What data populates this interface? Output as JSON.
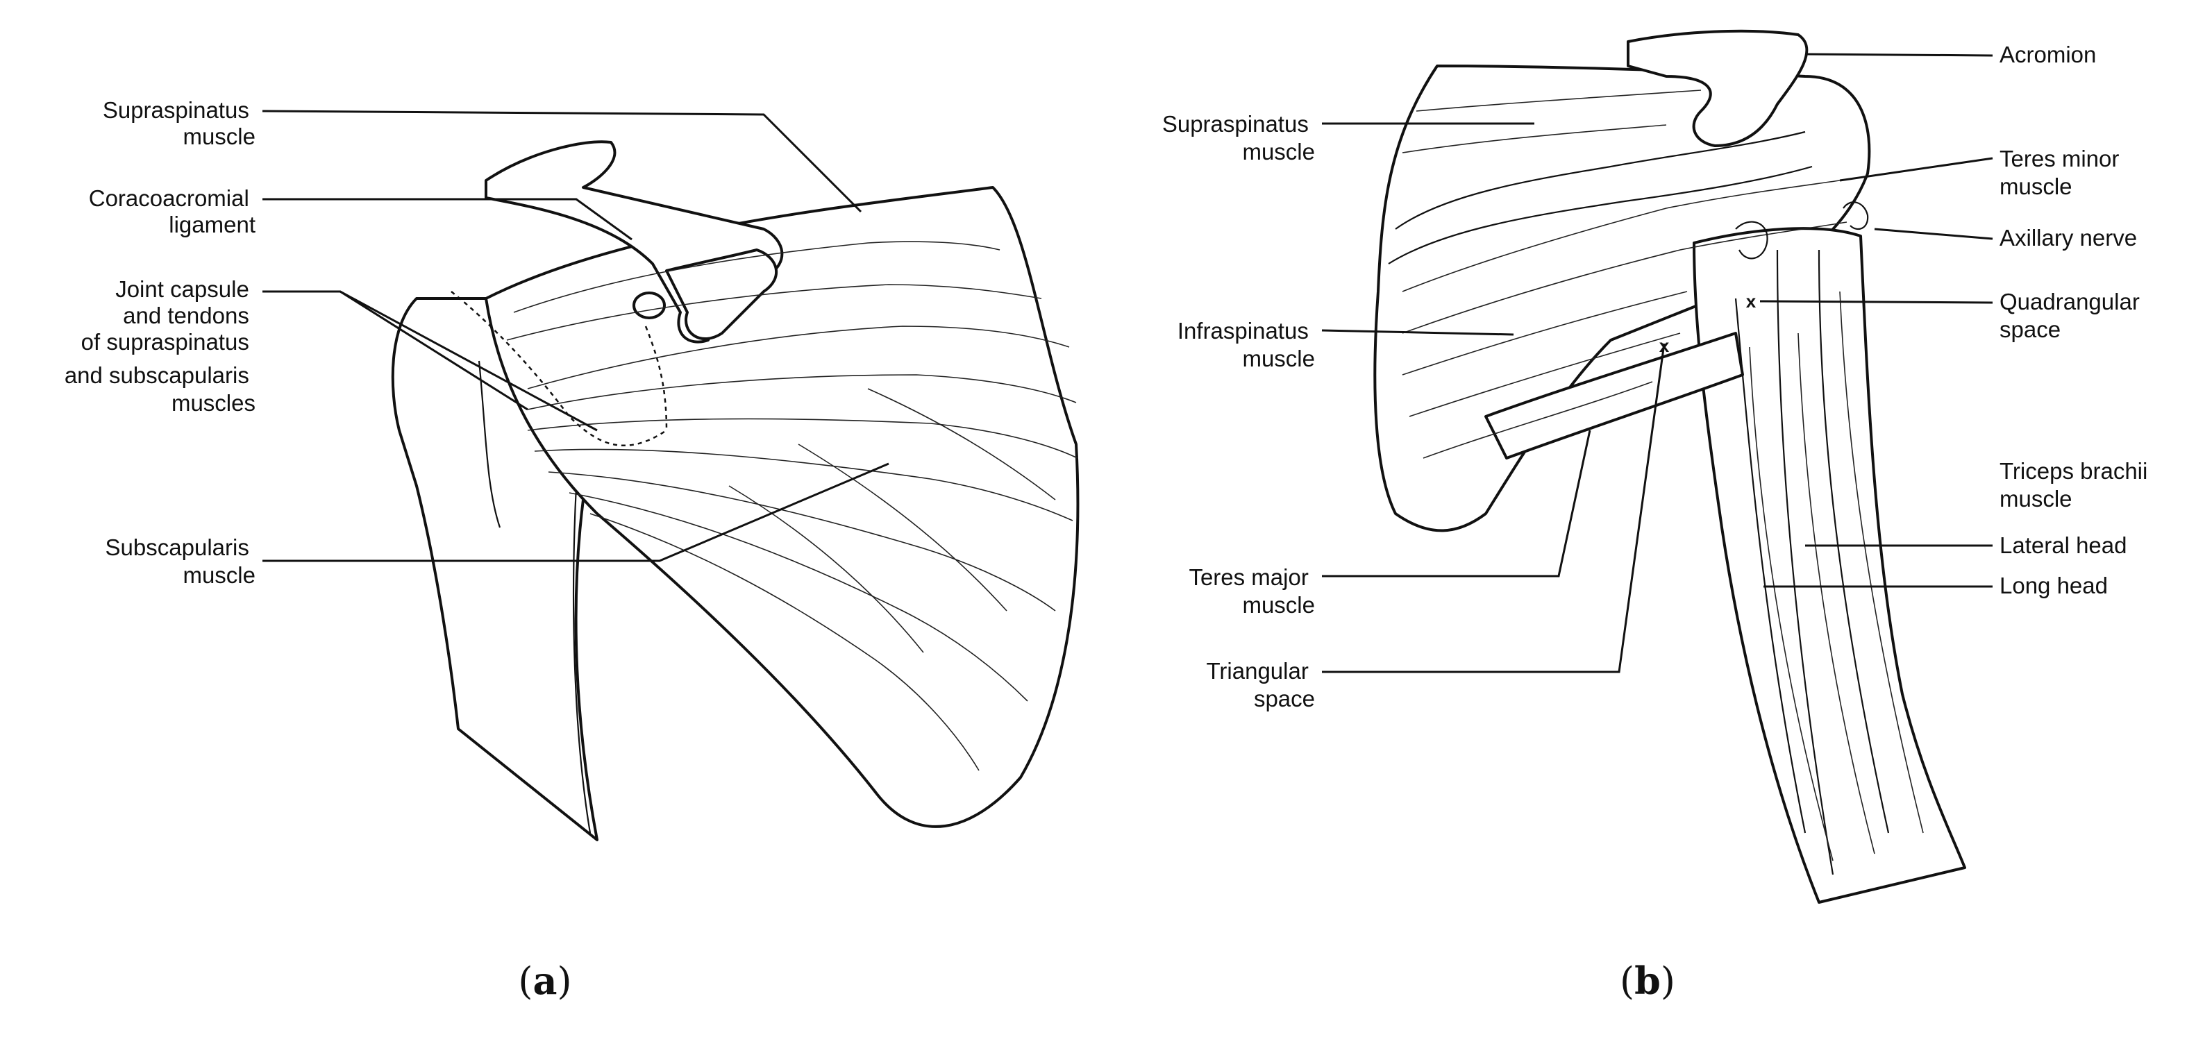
{
  "panel_a": {
    "caption_letter": "a",
    "labels": {
      "supraspinatus": [
        "Supraspinatus",
        "muscle"
      ],
      "coracoacromial": [
        "Coracoacromial",
        "ligament"
      ],
      "joint_capsule": [
        "Joint capsule",
        "and tendons",
        "of supraspinatus",
        "and subscapularis",
        "muscles"
      ],
      "subscapularis": [
        "Subscapularis",
        "muscle"
      ]
    }
  },
  "panel_b": {
    "caption_letter": "b",
    "labels_left": {
      "supraspinatus": [
        "Supraspinatus",
        "muscle"
      ],
      "infraspinatus": [
        "Infraspinatus",
        "muscle"
      ],
      "teres_major": [
        "Teres major",
        "muscle"
      ],
      "triangular": [
        "Triangular",
        "space"
      ]
    },
    "labels_right": {
      "acromion": [
        "Acromion"
      ],
      "teres_minor": [
        "Teres minor",
        "muscle"
      ],
      "axillary_nerve": [
        "Axillary nerve"
      ],
      "quadrangular": [
        "Quadrangular",
        "space"
      ],
      "triceps": [
        "Triceps brachii",
        "muscle"
      ],
      "lateral_head": [
        "Lateral head"
      ],
      "long_head": [
        "Long head"
      ]
    },
    "space_marker": "x"
  }
}
